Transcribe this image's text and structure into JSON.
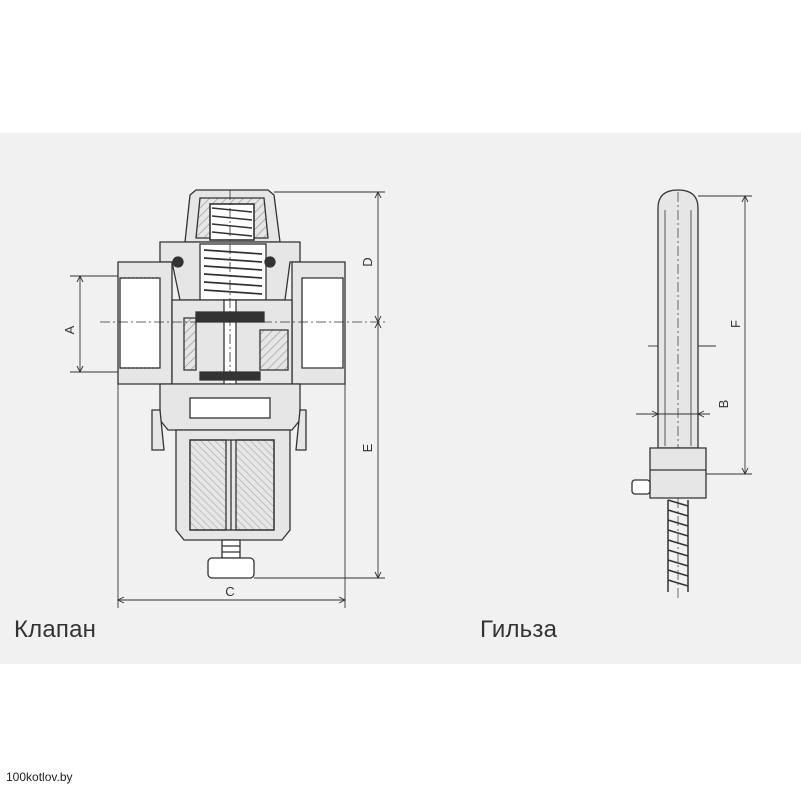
{
  "diagram": {
    "valve": {
      "caption": "Клапан",
      "dimensions": {
        "a": "A",
        "c": "C",
        "d": "D",
        "e": "E"
      }
    },
    "sleeve": {
      "caption": "Гильза",
      "dimensions": {
        "b": "B",
        "f": "F"
      }
    }
  },
  "watermark": "100kotlov.by",
  "colors": {
    "background_panel": "#f1f1f1",
    "line": "#333333",
    "hatch": "#9a9a9a",
    "body_fill": "#e6e6e6"
  }
}
